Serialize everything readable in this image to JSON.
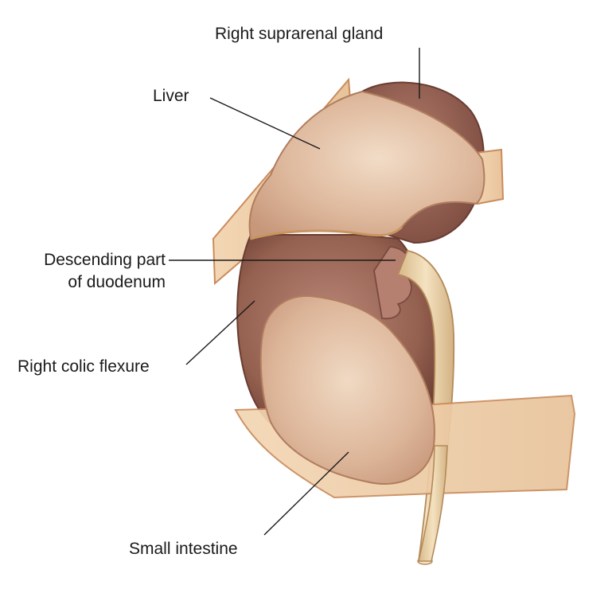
{
  "labels": {
    "suprarenal": "Right suprarenal gland",
    "liver": "Liver",
    "duodenum_line1": "Descending part",
    "duodenum_line2": "of duodenum",
    "colic_flexure": "Right colic flexure",
    "small_intestine": "Small intestine"
  },
  "colors": {
    "kidney": "#9c6a5e",
    "kidney_dark": "#7a4a40",
    "peritoneum": "#e9c49e",
    "peritoneum_edge": "#c98c5c",
    "ureter": "#ecd3a6"
  }
}
